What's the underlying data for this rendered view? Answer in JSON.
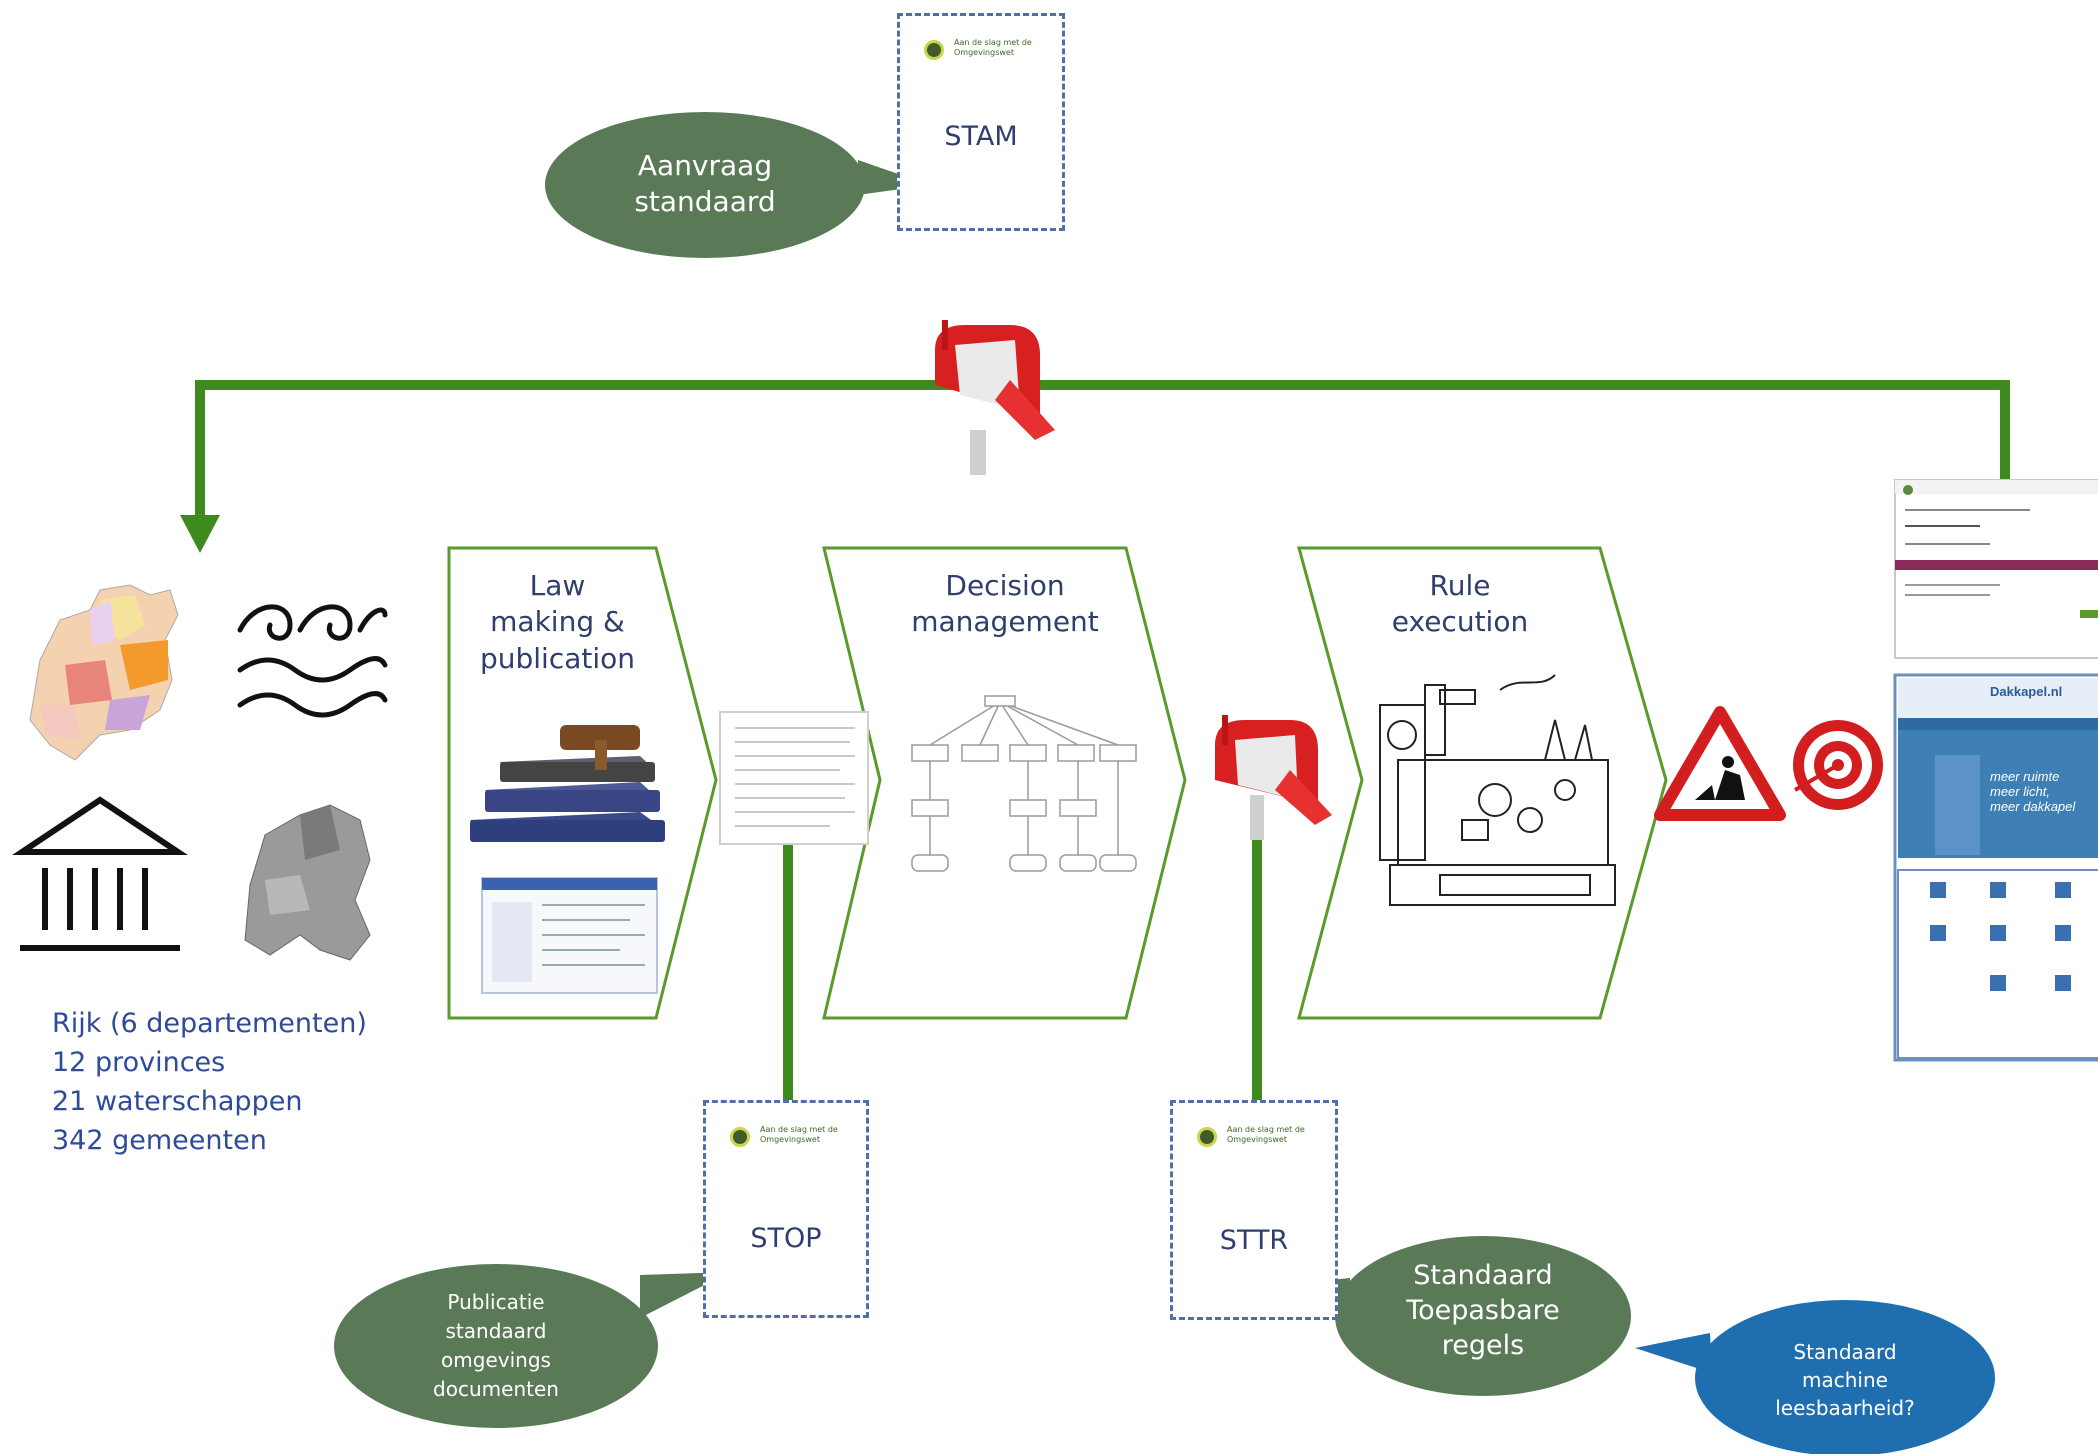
{
  "stages": [
    {
      "id": "law",
      "label_lines": [
        "Law",
        "making &",
        "publication"
      ]
    },
    {
      "id": "decision",
      "label_lines": [
        "Decision",
        "management"
      ]
    },
    {
      "id": "rule",
      "label_lines": [
        "Rule",
        "execution"
      ]
    }
  ],
  "standards": [
    {
      "id": "stam",
      "title": "STAM",
      "logo_line1": "Aan de slag met de",
      "logo_line2": "Omgevingswet"
    },
    {
      "id": "stop",
      "title": "STOP",
      "logo_line1": "Aan de slag met de",
      "logo_line2": "Omgevingswet"
    },
    {
      "id": "sttr",
      "title": "STTR",
      "logo_line1": "Aan de slag met de",
      "logo_line2": "Omgevingswet"
    }
  ],
  "bubbles": {
    "aanvraag": {
      "lines": [
        "Aanvraag",
        "standaard"
      ],
      "color": "#5a7a57"
    },
    "publicatie": {
      "lines": [
        "Publicatie",
        "standaard",
        "omgevings",
        "documenten"
      ],
      "color": "#5a7a57"
    },
    "toepasbare": {
      "lines": [
        "Standaard",
        "Toepasbare",
        "regels"
      ],
      "color": "#5a7a57"
    },
    "machine": {
      "lines": [
        "Standaard",
        "machine",
        "leesbaarheid?"
      ],
      "color": "#1f6fb0"
    }
  },
  "authorities": [
    "Rijk (6 departementen)",
    "12 provinces",
    "21 waterschappen",
    "342 gemeenten"
  ],
  "website": {
    "brand": "Dakkapel.nl",
    "slogan_lines": [
      "meer ruimte",
      "meer licht,",
      "meer dakkapel"
    ]
  },
  "icons": [
    "netherlands-provinces-map-icon",
    "water-waves-icon",
    "government-building-icon",
    "netherlands-municipalities-map-icon",
    "law-books-gavel-icon",
    "mailbox-icon",
    "road-works-sign-icon",
    "target-icon",
    "machine-drawing-icon"
  ],
  "colors": {
    "flow_green": "#3f8a1e",
    "stage_border": "#5a9a2c",
    "text_navy": "#2e3f6e",
    "doc_border": "#5270a8",
    "mailbox_red": "#d82020",
    "warning_red": "#d21e1e"
  }
}
